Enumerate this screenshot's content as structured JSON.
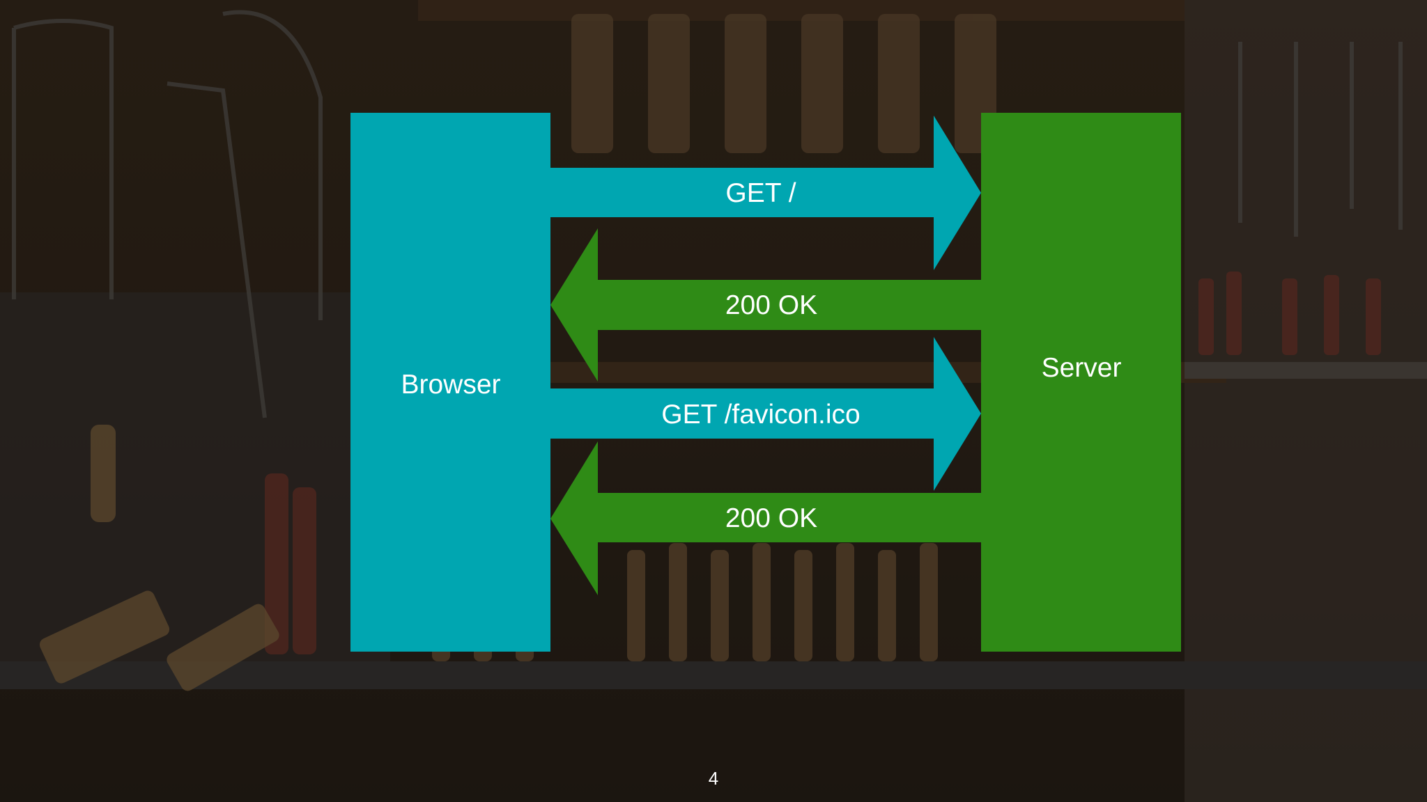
{
  "slide": {
    "page_number": "4",
    "background_image": "workshop-tool-wall"
  },
  "diagram": {
    "nodes": {
      "browser": {
        "label": "Browser",
        "color": "#00a6b1"
      },
      "server": {
        "label": "Server",
        "color": "#2f8b16"
      }
    },
    "messages": [
      {
        "label": "GET /",
        "direction": "browser-to-server",
        "color": "#00a6b1"
      },
      {
        "label": "200 OK",
        "direction": "server-to-browser",
        "color": "#2f8b16"
      },
      {
        "label": "GET /favicon.ico",
        "direction": "browser-to-server",
        "color": "#00a6b1"
      },
      {
        "label": "200 OK",
        "direction": "server-to-browser",
        "color": "#2f8b16"
      }
    ]
  }
}
